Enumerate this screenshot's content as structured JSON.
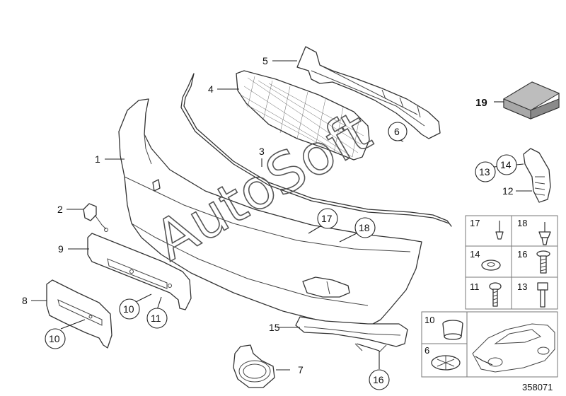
{
  "watermark": "AutoSoft",
  "diagram_id": "358071",
  "labels": {
    "l1": "1",
    "l2": "2",
    "l3": "3",
    "l4": "4",
    "l5": "5",
    "l6": "6",
    "l7": "7",
    "l8": "8",
    "l9": "9",
    "l10a": "10",
    "l10b": "10",
    "l11": "11",
    "l12": "12",
    "l13": "13",
    "l14": "14",
    "l15": "15",
    "l16": "16",
    "l17": "17",
    "l18": "18",
    "l19": "19"
  },
  "hardware_grid": {
    "c17": "17",
    "c18": "18",
    "c14": "14",
    "c16": "16",
    "c11": "11",
    "c13": "13",
    "c10": "10",
    "c6": "6"
  }
}
